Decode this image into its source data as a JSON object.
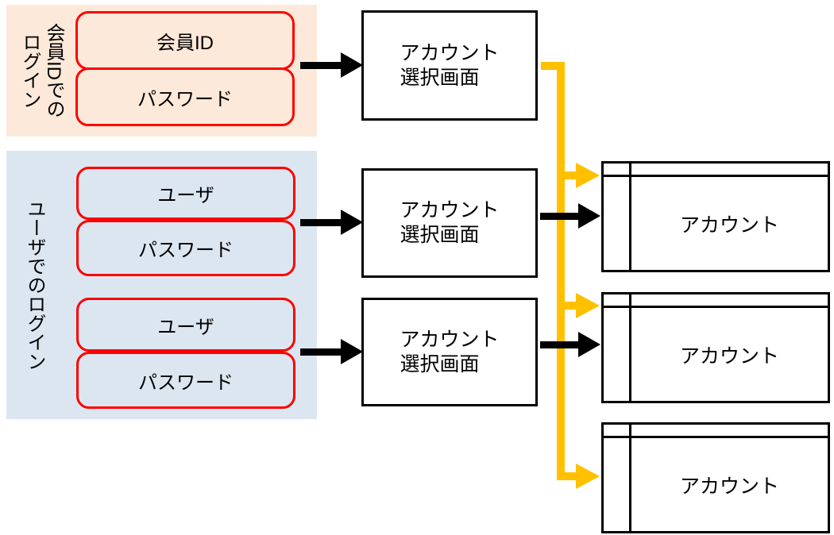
{
  "diagram": {
    "member_login": {
      "group_label_line1": "会員IDでの",
      "group_label_line2": "ログイン",
      "fields": [
        {
          "label": "会員ID"
        },
        {
          "label": "パスワード"
        }
      ]
    },
    "user_login": {
      "group_label": "ユーザでのログイン",
      "credential_sets": [
        {
          "fields": [
            {
              "label": "ユーザ"
            },
            {
              "label": "パスワード"
            }
          ]
        },
        {
          "fields": [
            {
              "label": "ユーザ"
            },
            {
              "label": "パスワード"
            }
          ]
        }
      ]
    },
    "selection_screens": [
      {
        "line1": "アカウント",
        "line2": "選択画面"
      },
      {
        "line1": "アカウント",
        "line2": "選択画面"
      },
      {
        "line1": "アカウント",
        "line2": "選択画面"
      }
    ],
    "accounts": [
      {
        "label": "アカウント"
      },
      {
        "label": "アカウント"
      },
      {
        "label": "アカウント"
      }
    ],
    "colors": {
      "member_group_bg": "#FDE9D9",
      "user_group_bg": "#DCE6F1",
      "field_border": "#FF0000",
      "connector_black": "#000000",
      "connector_yellow": "#FFC000",
      "box_bg": "#FFFFFF"
    }
  }
}
